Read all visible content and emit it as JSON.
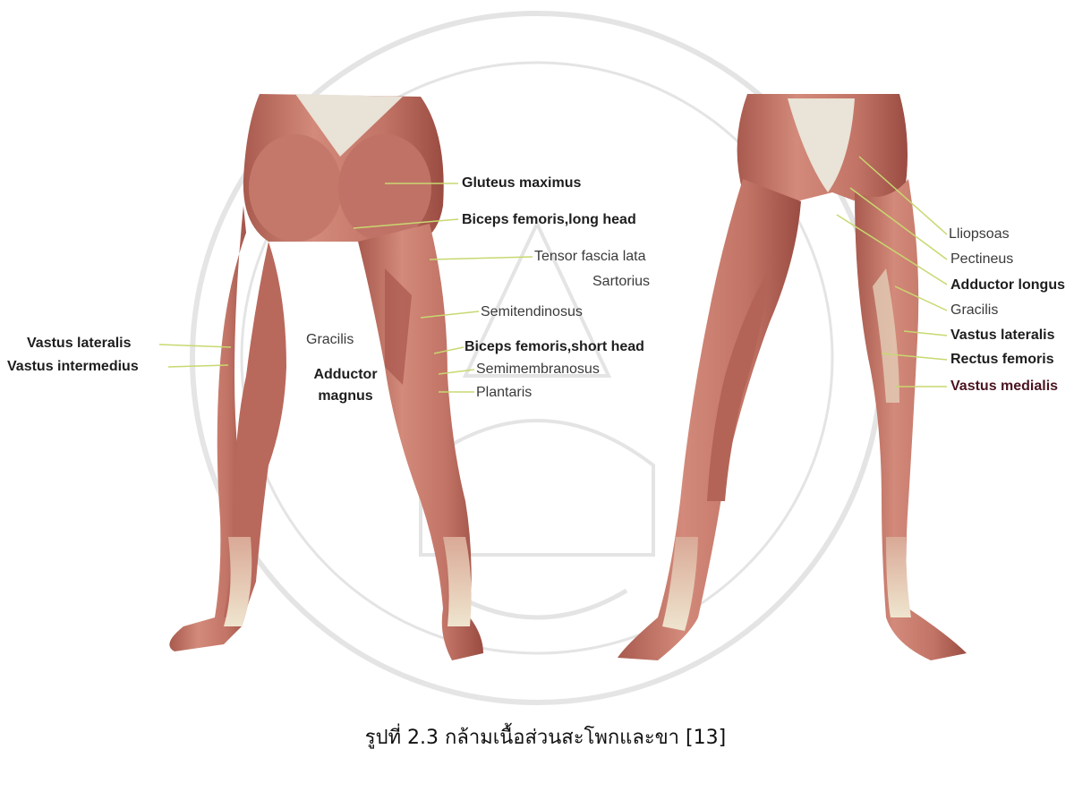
{
  "figure": {
    "posterior_labels": {
      "gluteus_maximus": "Gluteus maximus",
      "biceps_long": "Biceps femoris,long head",
      "tensor": "Tensor fascia lata",
      "sartorius": "Sartorius",
      "semitendinosus": "Semitendinosus",
      "biceps_short": "Biceps femoris,short head",
      "semimembranosus": "Semimembranosus",
      "plantaris": "Plantaris",
      "gracilis": "Gracilis",
      "adductor_magnus_1": "Adductor",
      "adductor_magnus_2": "magnus",
      "vastus_lateralis": "Vastus lateralis",
      "vastus_intermedius": "Vastus intermedius"
    },
    "anterior_labels": {
      "iliopsoas": "Lliopsoas",
      "pectineus": "Pectineus",
      "adductor_longus": "Adductor longus",
      "gracilis": "Gracilis",
      "vastus_lateralis": "Vastus lateralis",
      "rectus_femoris": "Rectus femoris",
      "vastus_medialis": "Vastus medialis"
    },
    "caption": "รูปที่ 2.3 กล้ามเนื้อส่วนสะโพกและขา [13]"
  },
  "colors": {
    "muscle": "#c9786a",
    "muscle_dark": "#9e4e44",
    "tendon": "#e8dcc4",
    "leader_line": "#c8d870",
    "watermark": "#d8d8d8"
  }
}
